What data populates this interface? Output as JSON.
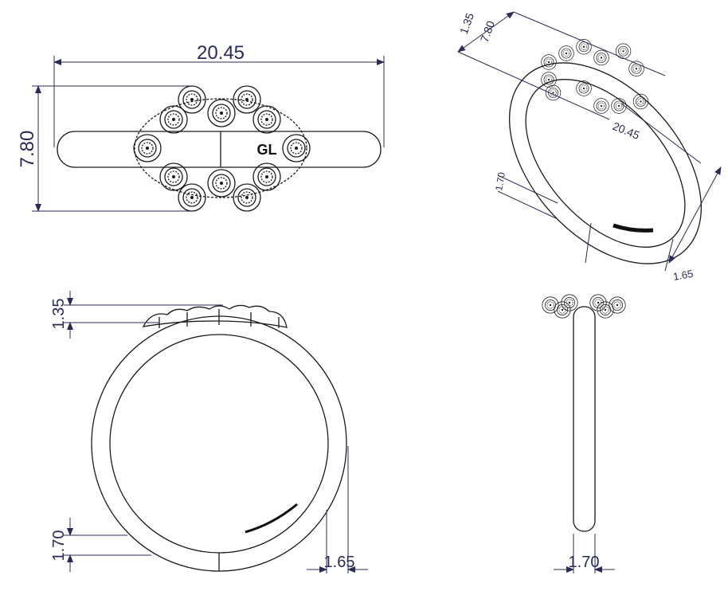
{
  "top_view": {
    "width_label": "20.45",
    "height_label": "7.80",
    "engraving": "GL"
  },
  "front_view": {
    "top_thickness_label": "1.35",
    "bottom_thickness_label": "1.70",
    "band_width_label": "1.65"
  },
  "side_view": {
    "band_width_label": "1.70"
  },
  "iso_view": {
    "labels": [
      "1.35",
      "7.80",
      "20.45",
      "1.70",
      "1.65"
    ]
  },
  "colors": {
    "line": "#1a1a1a",
    "dimension": "#2a2a55"
  }
}
